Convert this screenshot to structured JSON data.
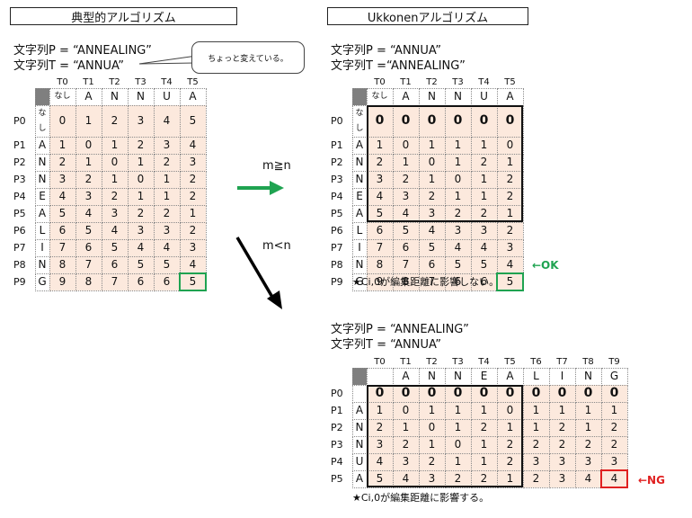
{
  "left": {
    "title": "典型的アルゴリズム",
    "p_line": "文字列P = “ANNEALING”",
    "t_line": "文字列T = “ANNUA”",
    "callout": "ちょっと変えている。",
    "col_labels": [
      "T0",
      "T1",
      "T2",
      "T3",
      "T4",
      "T5"
    ],
    "col_chars": [
      "なし",
      "A",
      "N",
      "N",
      "U",
      "A"
    ],
    "row_labels": [
      "P0",
      "P1",
      "P2",
      "P3",
      "P4",
      "P5",
      "P6",
      "P7",
      "P8",
      "P9"
    ],
    "row_chars": [
      "なし",
      "A",
      "N",
      "N",
      "E",
      "A",
      "L",
      "I",
      "N",
      "G"
    ],
    "matrix": [
      [
        0,
        1,
        2,
        3,
        4,
        5
      ],
      [
        1,
        0,
        1,
        2,
        3,
        4
      ],
      [
        2,
        1,
        0,
        1,
        2,
        3
      ],
      [
        3,
        2,
        1,
        0,
        1,
        2
      ],
      [
        4,
        3,
        2,
        1,
        1,
        2
      ],
      [
        5,
        4,
        3,
        2,
        2,
        1
      ],
      [
        6,
        5,
        4,
        3,
        3,
        2
      ],
      [
        7,
        6,
        5,
        4,
        4,
        3
      ],
      [
        8,
        7,
        6,
        5,
        5,
        4
      ],
      [
        9,
        8,
        7,
        6,
        6,
        5
      ]
    ]
  },
  "middle": {
    "m_ge_n": "m≧n",
    "m_lt_n": "m<n",
    "arrow_green_color": "#1fa351",
    "arrow_black_color": "#000000"
  },
  "top_right": {
    "title": "Ukkonenアルゴリズム",
    "p_line": "文字列P = “ANNUA”",
    "t_line": "文字列T =“ANNEALING”",
    "col_labels": [
      "T0",
      "T1",
      "T2",
      "T3",
      "T4",
      "T5"
    ],
    "col_chars": [
      "なし",
      "A",
      "N",
      "N",
      "U",
      "A"
    ],
    "row_labels": [
      "P0",
      "P1",
      "P2",
      "P3",
      "P4",
      "P5",
      "P6",
      "P7",
      "P8",
      "P9"
    ],
    "row_chars": [
      "なし",
      "A",
      "N",
      "N",
      "E",
      "A",
      "L",
      "I",
      "N",
      "G"
    ],
    "matrix": [
      [
        0,
        0,
        0,
        0,
        0,
        0
      ],
      [
        1,
        0,
        1,
        1,
        1,
        0
      ],
      [
        2,
        1,
        0,
        1,
        2,
        1
      ],
      [
        3,
        2,
        1,
        0,
        1,
        2
      ],
      [
        4,
        3,
        2,
        1,
        1,
        2
      ],
      [
        5,
        4,
        3,
        2,
        2,
        1
      ],
      [
        6,
        5,
        4,
        3,
        3,
        2
      ],
      [
        7,
        6,
        5,
        4,
        4,
        3
      ],
      [
        8,
        7,
        6,
        5,
        5,
        4
      ],
      [
        9,
        8,
        7,
        6,
        6,
        5
      ]
    ],
    "ok_label": "←OK",
    "note": "★Ci,0が編集距離に影響しない。"
  },
  "bottom_right": {
    "p_line": "文字列P = “ANNEALING”",
    "t_line": "文字列T = “ANNUA”",
    "col_labels": [
      "T0",
      "T1",
      "T2",
      "T3",
      "T4",
      "T5",
      "T6",
      "T7",
      "T8",
      "T9"
    ],
    "col_chars": [
      "",
      "A",
      "N",
      "N",
      "E",
      "A",
      "L",
      "I",
      "N",
      "G"
    ],
    "row_labels": [
      "P0",
      "P1",
      "P2",
      "P3",
      "P4",
      "P5"
    ],
    "row_chars": [
      "",
      "A",
      "N",
      "N",
      "U",
      "A"
    ],
    "matrix": [
      [
        0,
        0,
        0,
        0,
        0,
        0,
        0,
        0,
        0,
        0
      ],
      [
        1,
        0,
        1,
        1,
        1,
        0,
        1,
        1,
        1,
        1
      ],
      [
        2,
        1,
        0,
        1,
        2,
        1,
        1,
        2,
        1,
        2
      ],
      [
        3,
        2,
        1,
        0,
        1,
        2,
        2,
        2,
        2,
        2
      ],
      [
        4,
        3,
        2,
        1,
        1,
        2,
        3,
        3,
        3,
        3
      ],
      [
        5,
        4,
        3,
        2,
        2,
        1,
        2,
        3,
        4,
        4
      ]
    ],
    "ng_label": "←NG",
    "note": "★Ci,0が編集距離に影響する。"
  },
  "colors": {
    "cell_fill": "#fce9dd",
    "ok_green": "#1fa351",
    "ng_red": "#e02020",
    "corner_gray": "#7f7f7f"
  }
}
